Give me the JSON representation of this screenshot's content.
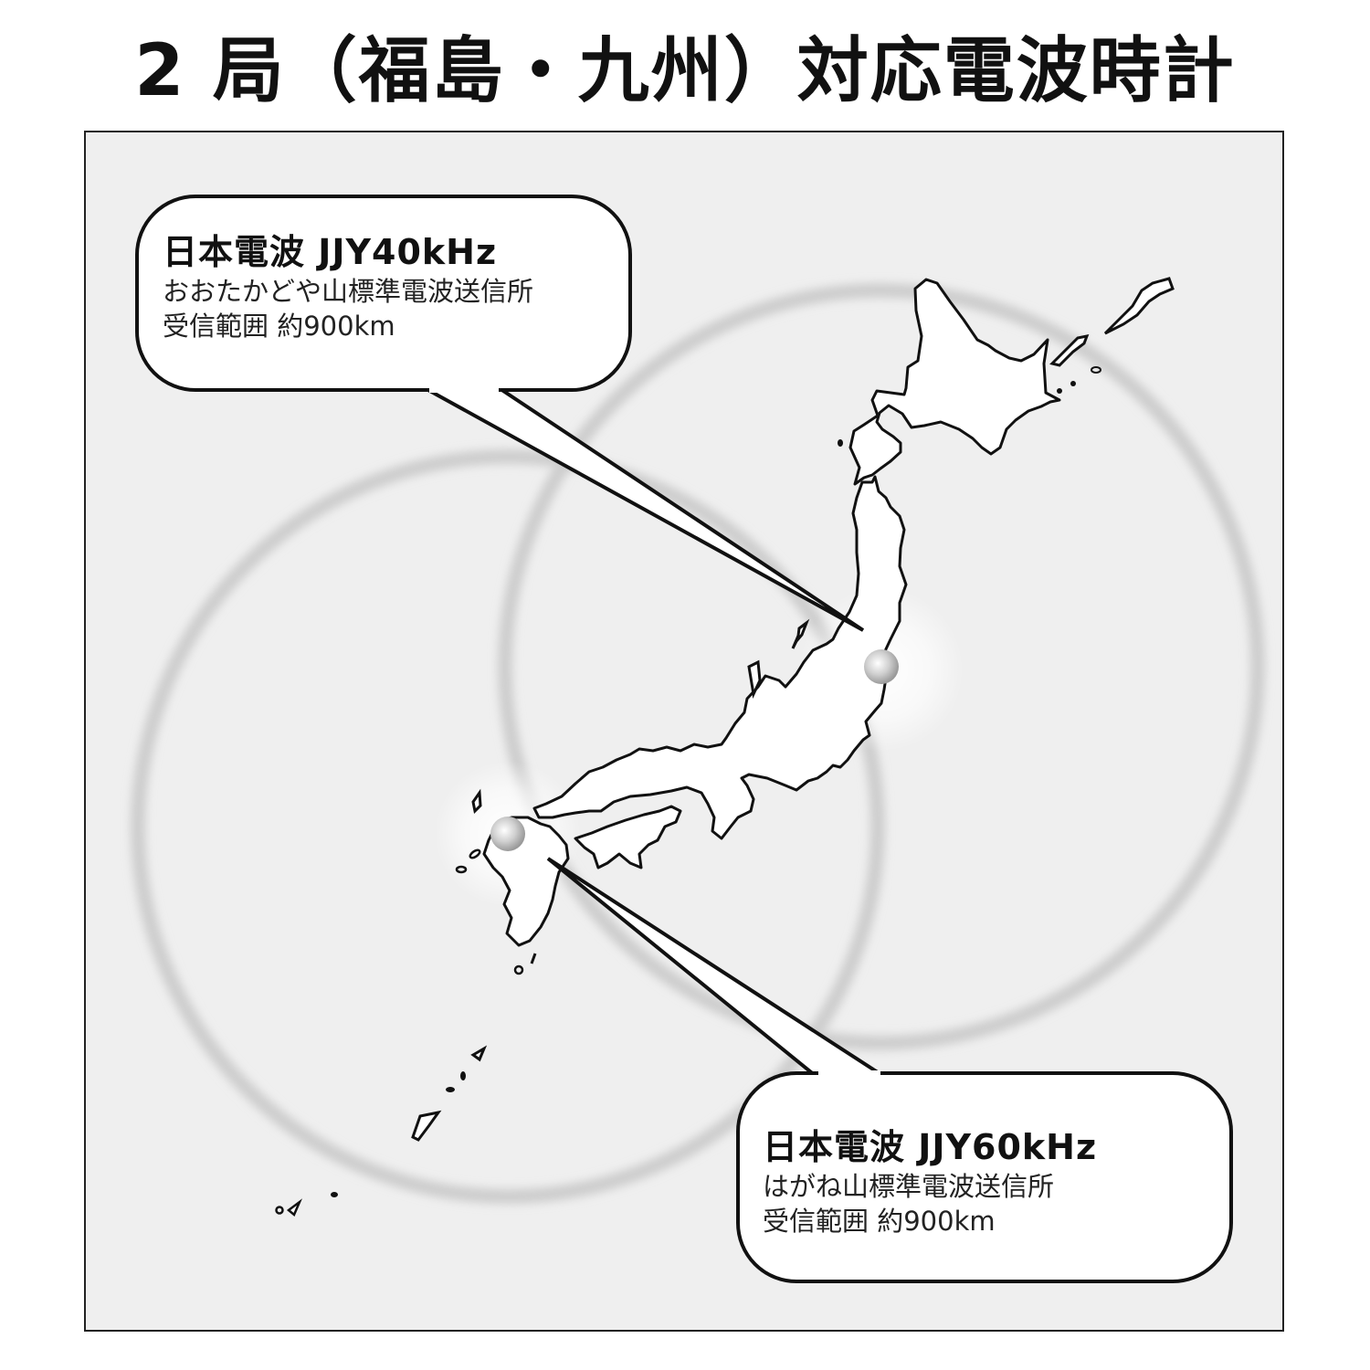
{
  "title": "2 局（福島・九州）対応電波時計",
  "map": {
    "background_color": "#efefef",
    "land_color": "#ffffff",
    "outline_color": "#111111",
    "coverage_ring_color": "#d0d0d0",
    "stations": [
      {
        "id": "fukushima",
        "heading": "日本電波 JJY40kHz",
        "site": "おおたかどや山標準電波送信所",
        "range": "受信範囲 約900km",
        "marker": "station-marker-icon"
      },
      {
        "id": "kyushu",
        "heading": "日本電波 JJY60kHz",
        "site": "はがね山標準電波送信所",
        "range": "受信範囲 約900km",
        "marker": "station-marker-icon"
      }
    ]
  }
}
